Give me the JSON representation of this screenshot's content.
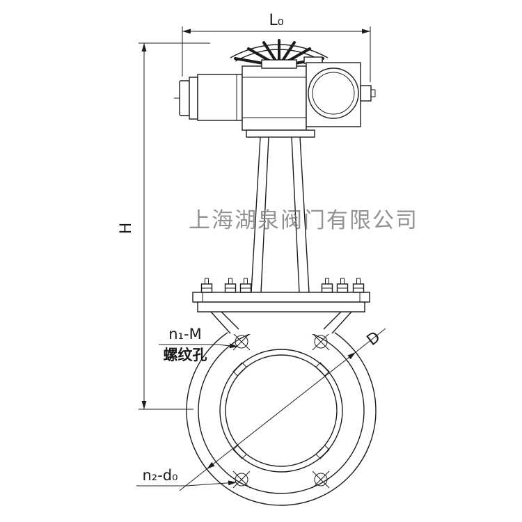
{
  "drawing": {
    "title": "knife-gate-valve-with-electric-actuator",
    "watermark": "上海湖泉阀门有限公司",
    "labels": {
      "top_width": "L₀",
      "height": "H",
      "diameter": "D",
      "thread_spec": "n₁-M",
      "thread_desc": "螺纹孔",
      "hole_spec": "n₂-d₀"
    },
    "colors": {
      "line": "#1c1c1c",
      "watermark": "#7f7f7f",
      "background": "#ffffff"
    }
  }
}
